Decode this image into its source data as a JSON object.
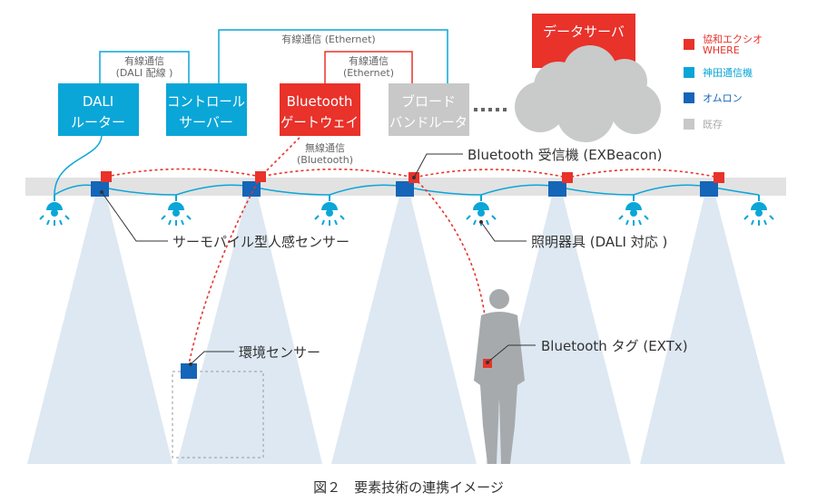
{
  "links": {
    "dali_wire": [
      "有線通信",
      "(DALI 配線 )"
    ],
    "ethernet_main": "有線通信 (Ethernet)",
    "ethernet_gateway": [
      "有線通信",
      "(Ethernet)"
    ],
    "wireless": [
      "無線通信",
      "(Bluetooth)"
    ]
  },
  "boxes": {
    "dali_router": [
      "DALI",
      "ルーター"
    ],
    "control_server": [
      "コントロール",
      "サーバー"
    ],
    "bt_gateway": [
      "Bluetooth",
      "ゲートウェイ"
    ],
    "broadband_router": [
      "ブロード",
      "バンドルータ"
    ],
    "data_server": "データサーバ"
  },
  "legend": [
    {
      "label": [
        "協和エクシオ",
        "WHERE"
      ],
      "color": "#e8322a"
    },
    {
      "label": [
        "神田通信機"
      ],
      "color": "#0aa6d8"
    },
    {
      "label": [
        "オムロン"
      ],
      "color": "#1565b8"
    },
    {
      "label": [
        "既存"
      ],
      "color": "#c8c8c8"
    }
  ],
  "labels": {
    "bt_receiver": "Bluetooth 受信機 (EXBeacon)",
    "thermopile": "サーモパイル型人感センサー",
    "lighting": "照明器具 (DALI 対応 )",
    "env_sensor": "環境センサー",
    "bt_tag": "Bluetooth タグ (EXTx)"
  },
  "caption": "図２　要素技術の連携イメージ",
  "colors": {
    "red": "#e8322a",
    "cyan": "#0aa6d8",
    "blue": "#1565b8",
    "gray": "#c8c8c8",
    "cone": "#dfe9f3"
  }
}
